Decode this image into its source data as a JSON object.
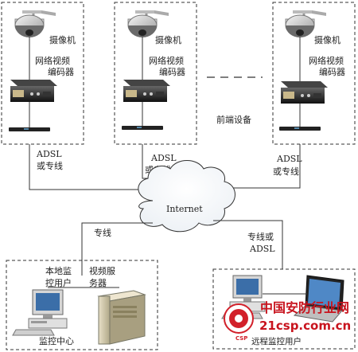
{
  "front_units": [
    {
      "camera_label": "摄像机",
      "encoder_label_1": "网络视频",
      "encoder_label_2": "编码器"
    },
    {
      "camera_label": "摄像机",
      "encoder_label_1": "网络视频",
      "encoder_label_2": "编码器"
    },
    {
      "camera_label": "摄像机",
      "encoder_label_1": "网络视频",
      "encoder_label_2": "编码器"
    }
  ],
  "front_equipment_label": "前端设备",
  "links": [
    {
      "line1": "ADSL",
      "line2": "或专线"
    },
    {
      "line1": "ADSL",
      "line2": "或专线"
    },
    {
      "line1": "ADSL",
      "line2": "或专线"
    }
  ],
  "internet_label": "Internet",
  "local_link_label": "专线",
  "remote_link": {
    "line1": "专线或",
    "line2": "ADSL"
  },
  "local_user": {
    "line1": "本地监",
    "line2": "控用户"
  },
  "video_server": {
    "line1": "视频服",
    "line2": "务器"
  },
  "monitoring_center_label": "监控中心",
  "remote_users_label": "远程监控用户",
  "watermark": {
    "cn": "中国安防行业网",
    "url": "21csp.com.cn"
  }
}
